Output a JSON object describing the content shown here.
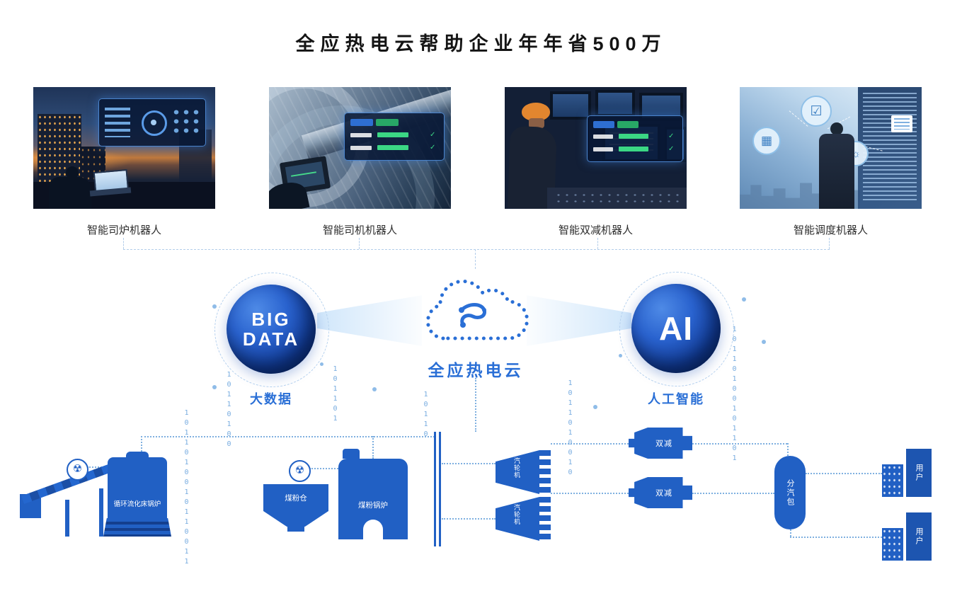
{
  "page": {
    "title": "全应热电云帮助企业年年省500万"
  },
  "robots": [
    {
      "caption": "智能司炉机器人"
    },
    {
      "caption": "智能司机机器人"
    },
    {
      "caption": "智能双减机器人"
    },
    {
      "caption": "智能调度机器人"
    }
  ],
  "platform": {
    "big_data": {
      "word1": "BIG",
      "word2": "DATA",
      "label": "大数据"
    },
    "cloud_label": "全应热电云",
    "ai": {
      "word": "AI",
      "label": "人工智能"
    }
  },
  "equipment": {
    "cfb_boiler_label": "循环流化床锅炉",
    "coal_bunker_label": "煤粉仓",
    "pc_boiler_label": "煤粉锅炉",
    "turbine_top_label": "汽轮机",
    "turbine_bottom_label": "汽轮机",
    "reducer_top_label": "双减",
    "reducer_bottom_label": "双减",
    "steam_header_label": "分汽包",
    "user_top_label": "用户",
    "user_bottom_label": "用户"
  },
  "icons": {
    "radiation_symbol": "☢",
    "check_symbol": "✓",
    "verify_glyph": "☑",
    "chart_glyph": "▦",
    "idea_glyph": "☼"
  },
  "decor": {
    "binary_columns": [
      {
        "text": "1011010010110011"
      },
      {
        "text": "10110100"
      },
      {
        "text": "101101"
      },
      {
        "text": "10110"
      },
      {
        "text": "1011010010"
      },
      {
        "text": "10110100101101"
      }
    ]
  },
  "colors": {
    "primary_blue": "#2160c4",
    "label_blue": "#2a6fd6",
    "dash_blue": "#7fb0e0",
    "binary_blue": "#6aa4dd"
  }
}
